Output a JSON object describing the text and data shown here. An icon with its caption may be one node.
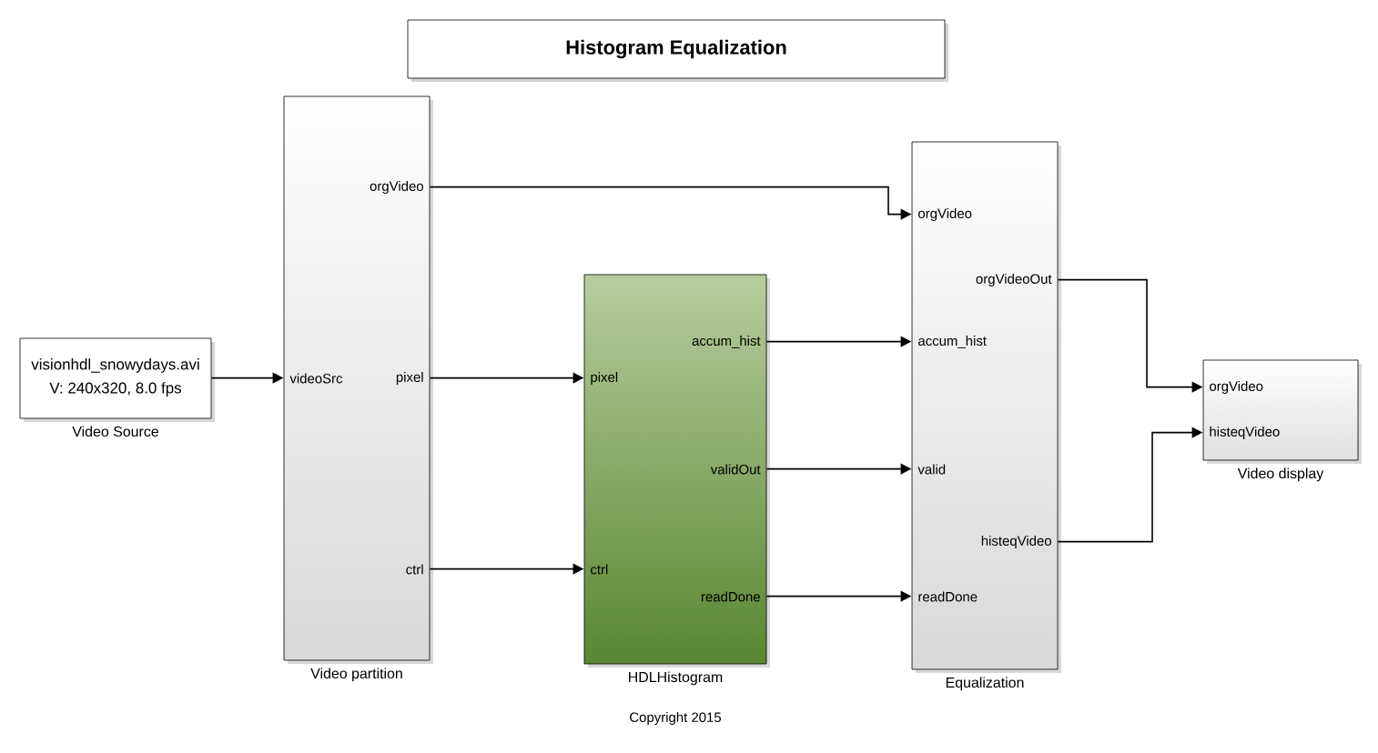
{
  "diagram": {
    "title": "Histogram Equalization",
    "caption": "Copyright 2015",
    "nodes": [
      {
        "text": [
          "visionhdl_snowydays.avi",
          "V: 240x320, 8.0 fps"
        ],
        "beside": [
          "Video Source"
        ]
      },
      {
        "text": [
          "videoSrc",
          "orgVideo",
          "pixel",
          "ctrl"
        ],
        "beside": [
          "Video partition"
        ]
      },
      {
        "text": [
          "pixel",
          "ctrl",
          "accum_hist",
          "validOut",
          "readDone"
        ],
        "beside": [
          "HDLHistogram"
        ]
      },
      {
        "text": [
          "orgVideo",
          "accum_hist",
          "valid",
          "readDone",
          "orgVideoOut",
          "histeqVideo"
        ],
        "beside": [
          "Equalization"
        ]
      },
      {
        "text": [
          "orgVideo",
          "histeqVideo"
        ],
        "beside": [
          "Video display"
        ]
      }
    ],
    "edges": [
      {
        "from": 0,
        "to": 1,
        "arrow": "to"
      },
      {
        "from": 1,
        "to": 3,
        "arrow": "to"
      },
      {
        "from": 1,
        "to": 2,
        "arrow": "to"
      },
      {
        "from": 1,
        "to": 2,
        "arrow": "to"
      },
      {
        "from": 2,
        "to": 3,
        "arrow": "to"
      },
      {
        "from": 2,
        "to": 3,
        "arrow": "to"
      },
      {
        "from": 2,
        "to": 3,
        "arrow": "to"
      },
      {
        "from": 3,
        "to": 4,
        "arrow": "to"
      },
      {
        "from": 3,
        "to": 4,
        "arrow": "to"
      }
    ]
  }
}
